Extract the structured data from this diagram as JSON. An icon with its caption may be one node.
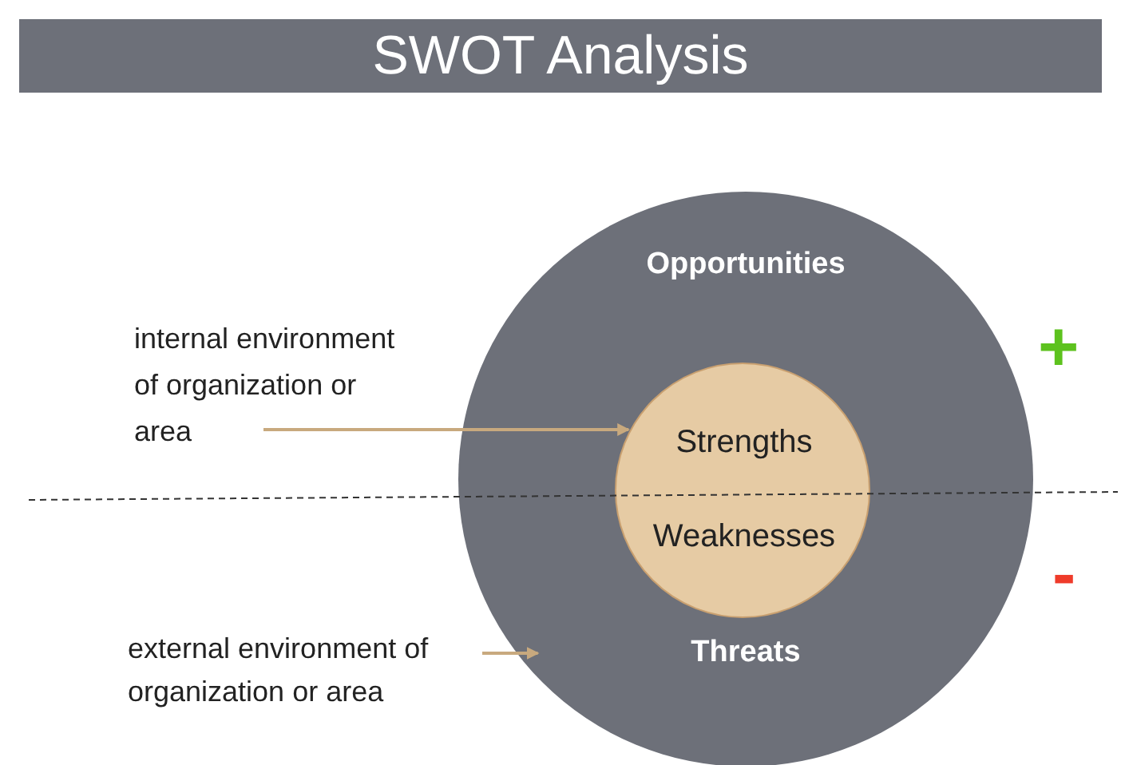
{
  "diagram": {
    "title": "SWOT Analysis",
    "nodes": [
      {
        "text": [
          "Opportunities",
          "Threats"
        ]
      },
      {
        "text": [
          "Strengths",
          "Weaknesses"
        ],
        "in": 0
      },
      {
        "text": [
          "internal environment of organization or area"
        ]
      },
      {
        "text": [
          "external environment of organization or area"
        ]
      }
    ],
    "edges": [
      {
        "from": 2,
        "to": 1,
        "arrow": "to"
      },
      {
        "from": 3,
        "to": 0,
        "arrow": "to"
      }
    ],
    "labels": [
      "+",
      "-"
    ]
  }
}
